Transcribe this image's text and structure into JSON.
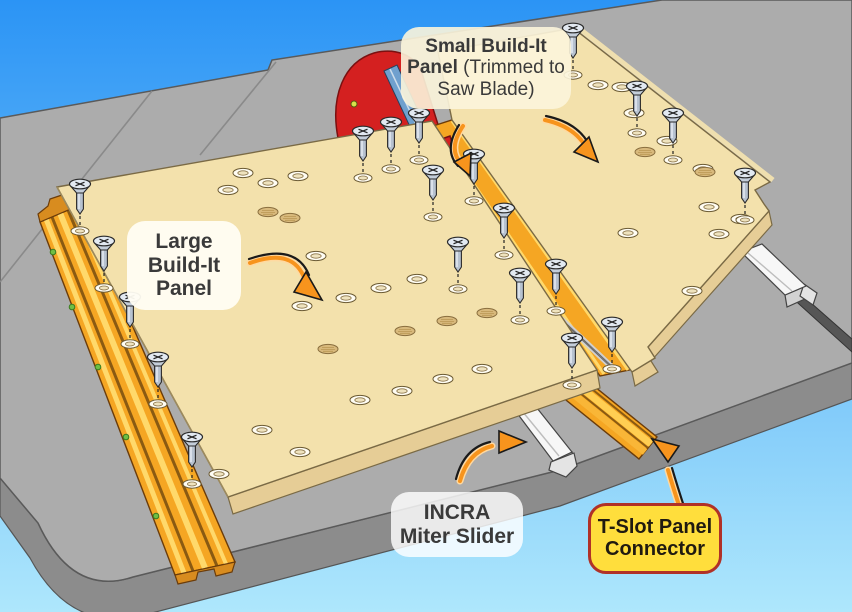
{
  "labels": {
    "small_panel": {
      "bold": "Small Build-It Panel",
      "note": "(Trimmed to Saw Blade)"
    },
    "large_panel": {
      "lines": [
        "Large",
        "Build-It",
        "Panel"
      ]
    },
    "miter_slider": {
      "lines": [
        "INCRA",
        "Miter Slider"
      ]
    },
    "connector": {
      "lines": [
        "T-Slot Panel",
        "Connector"
      ]
    }
  },
  "colors": {
    "sky-top": "#2b94f5",
    "sky-bottom": "#aee7fc",
    "table": "#acacac",
    "table-side": "#8c8c8c",
    "panel": "#f3e1ac",
    "panel-edge": "#e6cd96",
    "track": "#f5a623",
    "track-light": "#ffd96b",
    "track-dark": "#8a5a12",
    "red-plate": "#d42020",
    "blade-slot": "#6fa0ce",
    "slider": "#f7f7f7",
    "screw": "#c7d1de",
    "arrow": "#f7941d",
    "label-yellow": "#ffde3c",
    "label-red-border": "#b03127",
    "green-dot": "#6fbf44",
    "text": "#3a3a3a"
  }
}
